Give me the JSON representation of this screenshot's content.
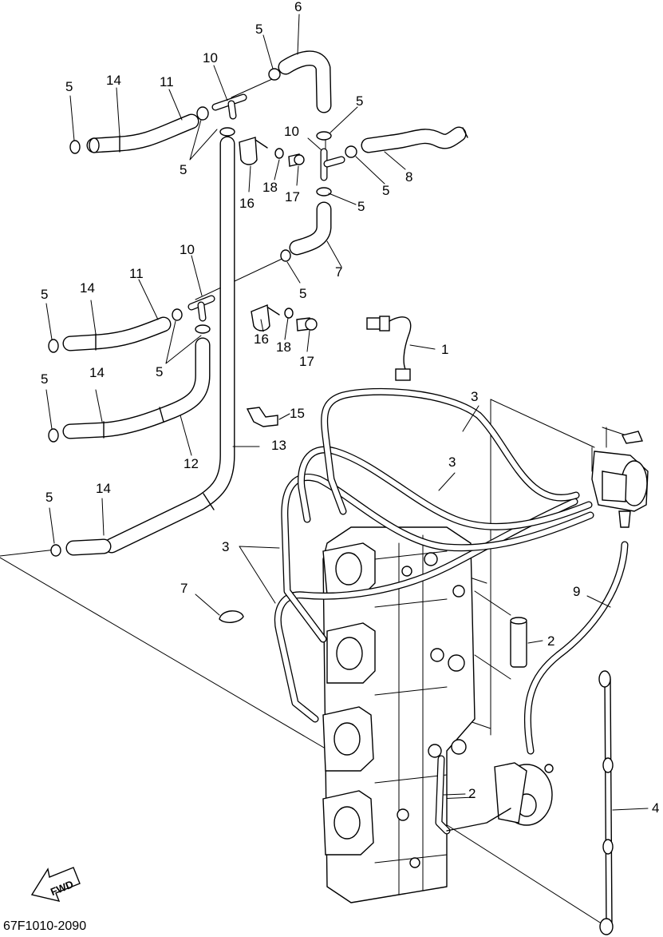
{
  "diagram_code": "67F1010-2090",
  "fwd_label": "FWD",
  "callouts": [
    "1",
    "2",
    "2",
    "3",
    "3",
    "3",
    "4",
    "5",
    "5",
    "5",
    "5",
    "5",
    "5",
    "5",
    "5",
    "5",
    "5",
    "5",
    "6",
    "7",
    "7",
    "8",
    "9",
    "10",
    "10",
    "10",
    "11",
    "11",
    "12",
    "13",
    "14",
    "14",
    "14",
    "14",
    "15",
    "16",
    "16",
    "17",
    "17",
    "18",
    "18"
  ]
}
